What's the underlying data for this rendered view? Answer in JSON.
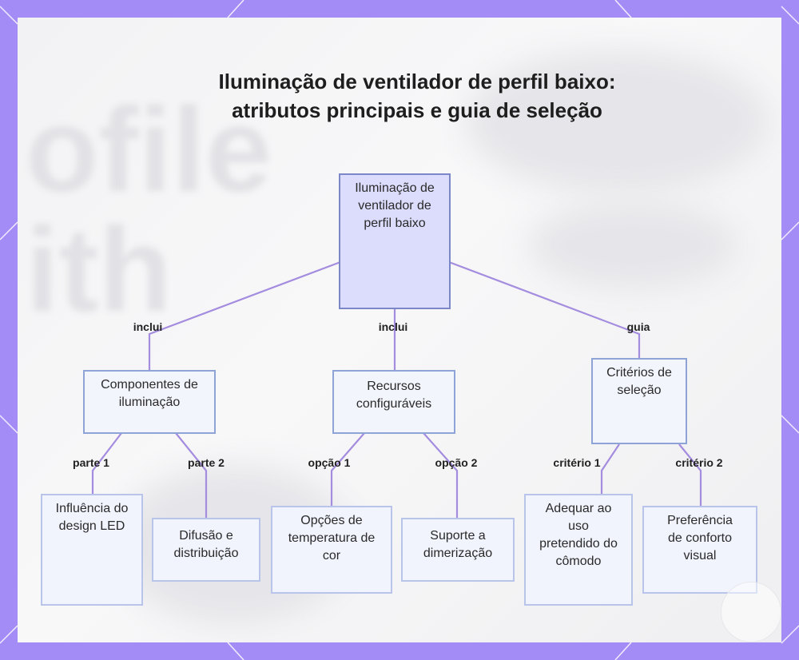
{
  "title": "Iluminação de ventilador de perfil baixo: atributos principais e guia de seleção",
  "colors": {
    "border": "#a48cf6",
    "connector": "#a48cdf",
    "node_fill": "#eef0fd",
    "root_fill": "#dcdcfd",
    "node_stroke": "#8ea3d6"
  },
  "diagram": {
    "root": {
      "label": "Iluminação de ventilador de perfil baixo"
    },
    "branches": [
      {
        "edge_label": "inclui",
        "label": "Componentes de iluminação",
        "children": [
          {
            "edge_label": "parte 1",
            "label": "Influência do design LED"
          },
          {
            "edge_label": "parte 2",
            "label": "Difusão e distribuição"
          }
        ]
      },
      {
        "edge_label": "inclui",
        "label": "Recursos configuráveis",
        "children": [
          {
            "edge_label": "opção 1",
            "label": "Opções de temperatura de cor"
          },
          {
            "edge_label": "opção 2",
            "label": "Suporte a dimerização"
          }
        ]
      },
      {
        "edge_label": "guia",
        "label": "Critérios de seleção",
        "children": [
          {
            "edge_label": "critério 1",
            "label": "Adequar ao uso pretendido do cômodo"
          },
          {
            "edge_label": "critério 2",
            "label": "Preferência de conforto visual"
          }
        ]
      }
    ]
  }
}
